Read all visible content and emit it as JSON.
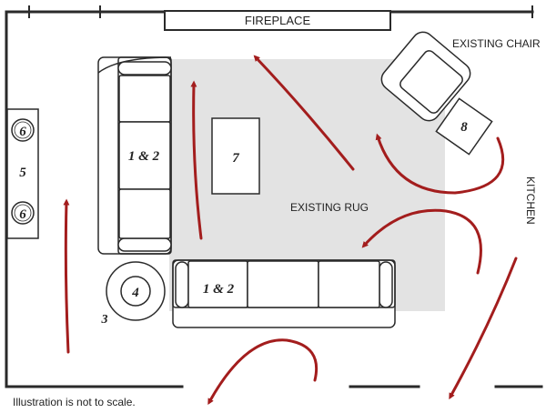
{
  "labels": {
    "fireplace": "FIREPLACE",
    "existing_chair": "EXISTING CHAIR",
    "existing_rug": "EXISTING RUG",
    "kitchen": "KITCHEN",
    "footnote": "Illustration is not to scale."
  },
  "markers": {
    "sofa_left": "1 & 2",
    "sofa_bottom": "1 & 2",
    "side_table": "3",
    "round_table": "4",
    "console": "5",
    "lamp_top": "6",
    "lamp_bottom": "6",
    "coffee_table": "7",
    "chair_table": "8"
  },
  "colors": {
    "arrow": "#a31d1d",
    "rug": "#e3e3e3",
    "line": "#2a2a2a",
    "furniture_fill": "#ffffff"
  }
}
